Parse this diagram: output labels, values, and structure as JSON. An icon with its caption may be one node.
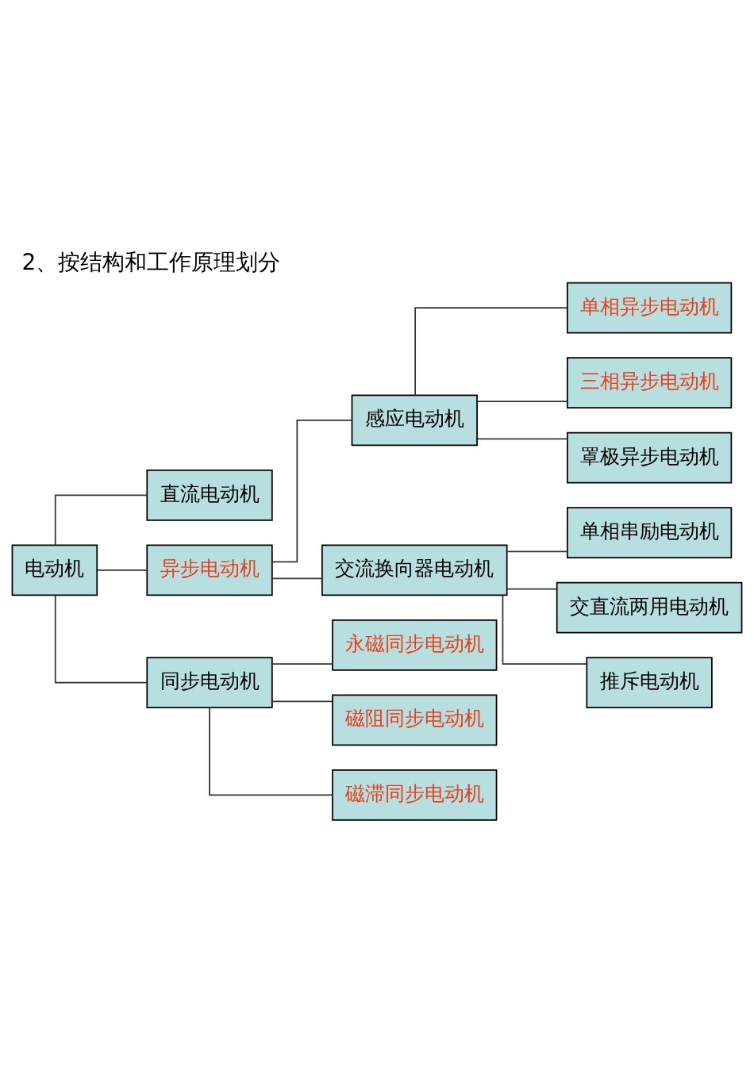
{
  "diagram": {
    "title": "2、按结构和工作原理划分",
    "nodes": [
      {
        "text": [
          "电动机"
        ]
      },
      {
        "text": [
          "直流电动机"
        ]
      },
      {
        "text": [
          "异步电动机"
        ]
      },
      {
        "text": [
          "同步电动机"
        ]
      },
      {
        "text": [
          "感应电动机"
        ]
      },
      {
        "text": [
          "交流换向器电动机"
        ]
      },
      {
        "text": [
          "单相异步电动机"
        ]
      },
      {
        "text": [
          "三相异步电动机"
        ]
      },
      {
        "text": [
          "罩极异步电动机"
        ]
      },
      {
        "text": [
          "单相串励电动机"
        ]
      },
      {
        "text": [
          "交直流两用电动机"
        ]
      },
      {
        "text": [
          "推斥电动机"
        ]
      },
      {
        "text": [
          "永磁同步电动机"
        ]
      },
      {
        "text": [
          "磁阻同步电动机"
        ]
      },
      {
        "text": [
          "磁滞同步电动机"
        ]
      }
    ],
    "edges": [
      {
        "from": 0,
        "to": 1,
        "arrow": "none"
      },
      {
        "from": 0,
        "to": 2,
        "arrow": "none"
      },
      {
        "from": 0,
        "to": 3,
        "arrow": "none"
      },
      {
        "from": 2,
        "to": 4,
        "arrow": "none"
      },
      {
        "from": 2,
        "to": 5,
        "arrow": "none"
      },
      {
        "from": 4,
        "to": 6,
        "arrow": "none"
      },
      {
        "from": 4,
        "to": 7,
        "arrow": "none"
      },
      {
        "from": 4,
        "to": 8,
        "arrow": "none"
      },
      {
        "from": 5,
        "to": 9,
        "arrow": "none"
      },
      {
        "from": 5,
        "to": 10,
        "arrow": "none"
      },
      {
        "from": 5,
        "to": 11,
        "arrow": "none"
      },
      {
        "from": 3,
        "to": 12,
        "arrow": "none"
      },
      {
        "from": 3,
        "to": 13,
        "arrow": "none"
      },
      {
        "from": 3,
        "to": 14,
        "arrow": "none"
      }
    ]
  }
}
